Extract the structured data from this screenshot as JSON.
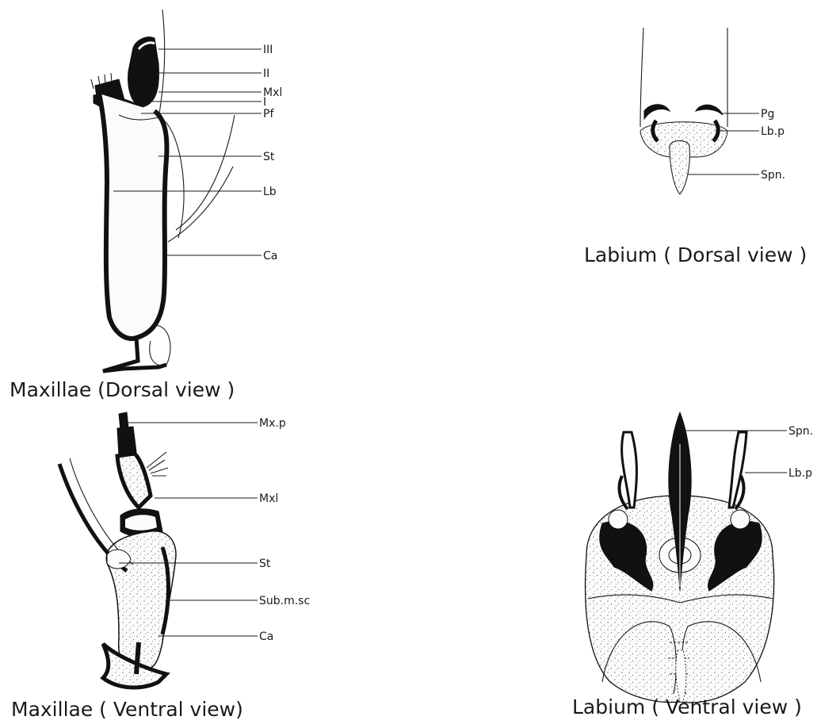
{
  "maxillae_dorsal": {
    "caption": "Maxillae (Dorsal view )",
    "labels": [
      "III",
      "II",
      "Mxl",
      "I",
      "Pf",
      "St",
      "Lb",
      "Ca"
    ]
  },
  "labium_dorsal": {
    "caption": "Labium ( Dorsal view )",
    "labels": [
      "Pg",
      "Lb.p",
      "Spn."
    ]
  },
  "maxillae_ventral": {
    "caption": "Maxillae ( Ventral view)",
    "labels": [
      "Mx.p",
      "Mxl",
      "St",
      "Sub.m.sc",
      "Ca"
    ]
  },
  "labium_ventral": {
    "caption": "Labium ( Ventral view )",
    "labels": [
      "Spn.",
      "Lb.p"
    ]
  }
}
